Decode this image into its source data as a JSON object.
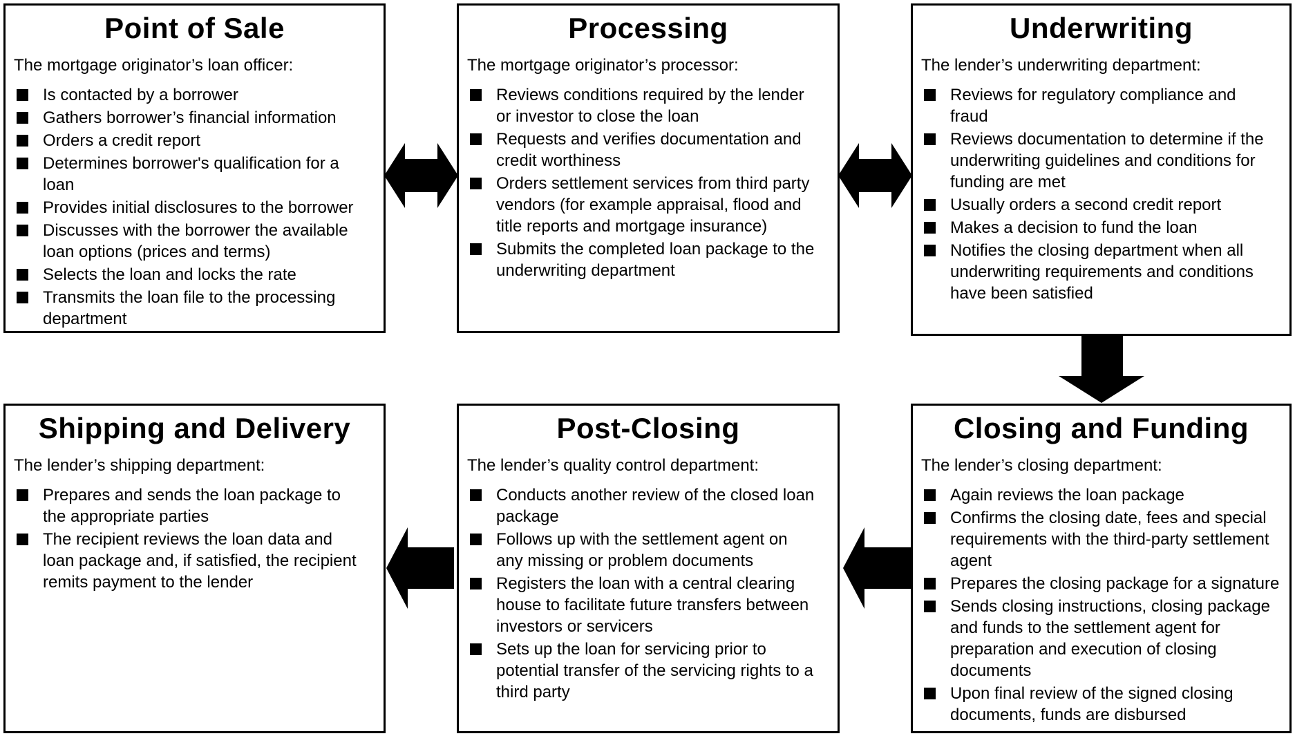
{
  "diagram": {
    "colors": {
      "background": "#ffffff",
      "foreground": "#000000"
    },
    "boxes": [
      {
        "title": "Point of Sale",
        "intro": "The mortgage originator’s loan officer:",
        "items": [
          "Is contacted by a borrower",
          "Gathers borrower’s financial information",
          "Orders a credit report",
          "Determines borrower's qualification for a\nloan",
          "Provides initial disclosures to the borrower",
          "Discusses with the borrower the available\nloan options (prices and terms)",
          "Selects the loan and locks the rate",
          "Transmits the loan file to the processing\ndepartment"
        ]
      },
      {
        "title": "Processing",
        "intro": "The mortgage originator’s processor:",
        "items": [
          "Reviews conditions required by the lender\nor investor to close the loan",
          "Requests and verifies documentation and\ncredit worthiness",
          "Orders settlement services from third party\nvendors (for example appraisal, flood and\ntitle reports and mortgage insurance)",
          "Submits the completed loan package to the\nunderwriting department"
        ]
      },
      {
        "title": "Underwriting",
        "intro": "The lender’s underwriting department:",
        "items": [
          "Reviews for regulatory compliance and\nfraud",
          "Reviews documentation to determine if the\nunderwriting guidelines and conditions for\nfunding are met",
          "Usually orders a second credit report",
          "Makes a decision to fund the loan",
          "Notifies the closing department when all\nunderwriting requirements and conditions\nhave been satisfied"
        ]
      },
      {
        "title": "Shipping and Delivery",
        "intro": "The lender’s shipping department:",
        "items": [
          "Prepares and sends the loan package to\nthe appropriate parties",
          "The recipient reviews the loan data and\nloan package and, if satisfied, the recipient\nremits payment to the lender"
        ]
      },
      {
        "title": "Post-Closing",
        "intro": "The lender’s quality control department:",
        "items": [
          "Conducts another review of the closed loan\npackage",
          "Follows up with the settlement agent on\nany missing or problem documents",
          "Registers the loan with a central clearing\nhouse to facilitate future transfers between\ninvestors or servicers",
          "Sets up the loan for servicing prior to\npotential transfer of the servicing rights to a\nthird party"
        ]
      },
      {
        "title": "Closing and Funding",
        "intro": "The lender’s closing department:",
        "items": [
          "Again reviews the loan package",
          "Confirms the closing date, fees and special\nrequirements with the third-party settlement\nagent",
          "Prepares the closing package for a signature",
          "Sends closing instructions, closing package\nand funds to the settlement agent for\npreparation and execution of closing\ndocuments",
          "Upon final review of the signed closing\ndocuments, funds are disbursed"
        ]
      }
    ],
    "arrows": [
      {
        "name": "pos-processing-double-arrow",
        "type": "double-horizontal",
        "between": [
          "Point of Sale",
          "Processing"
        ]
      },
      {
        "name": "processing-underwriting-double-arrow",
        "type": "double-horizontal",
        "between": [
          "Processing",
          "Underwriting"
        ]
      },
      {
        "name": "underwriting-closing-down-arrow",
        "type": "down",
        "between": [
          "Underwriting",
          "Closing and Funding"
        ]
      },
      {
        "name": "closing-postclosing-left-arrow",
        "type": "left",
        "between": [
          "Closing and Funding",
          "Post-Closing"
        ]
      },
      {
        "name": "postclosing-shipping-left-arrow",
        "type": "left",
        "between": [
          "Post-Closing",
          "Shipping and Delivery"
        ]
      }
    ]
  }
}
